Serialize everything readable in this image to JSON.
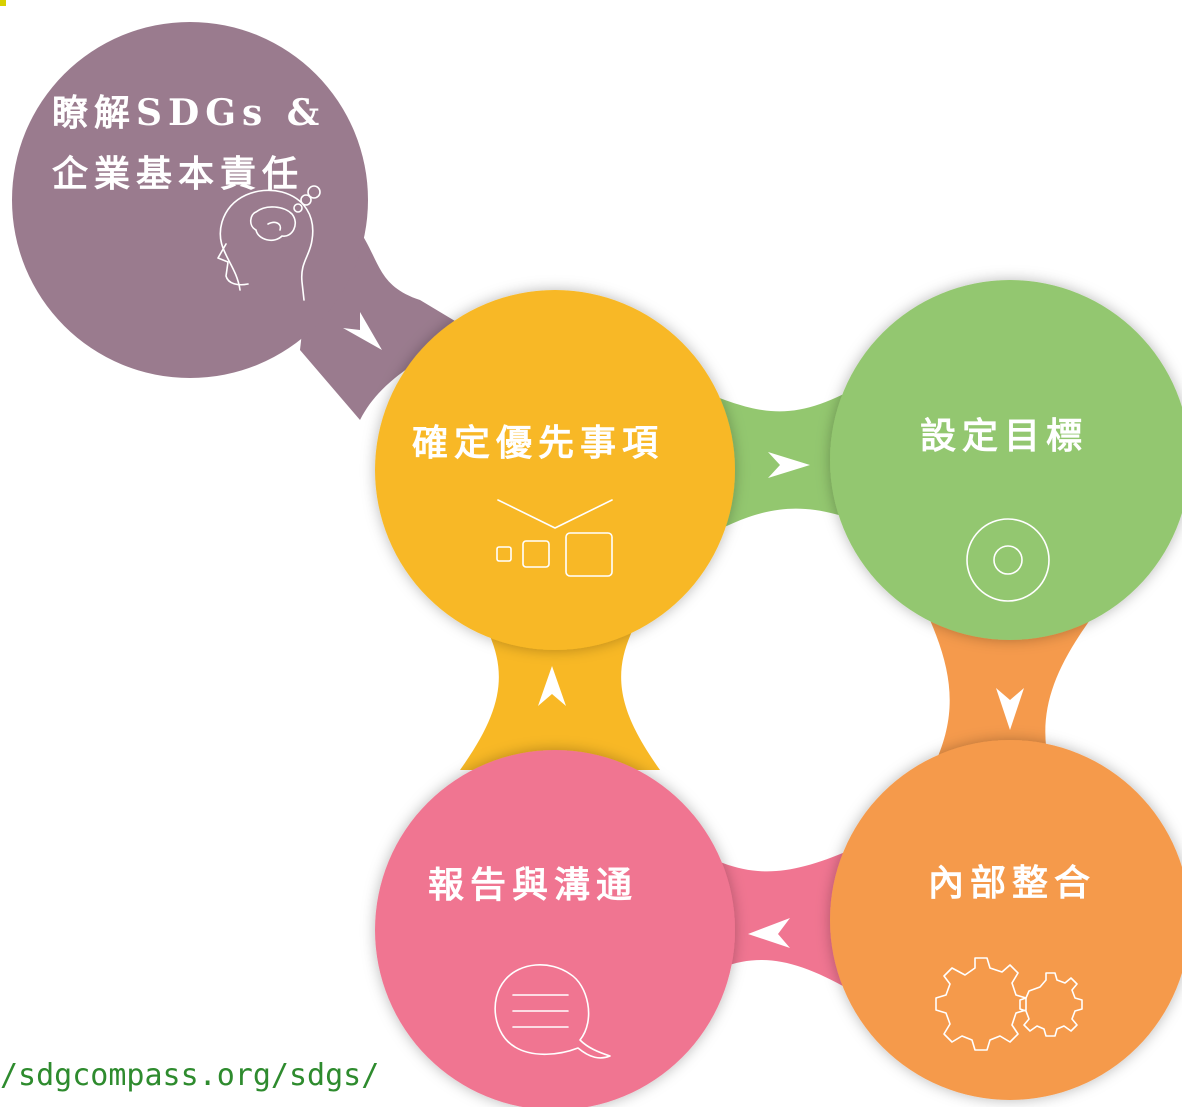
{
  "steps": [
    {
      "id": "understand",
      "label_lines": [
        "瞭解SDGs &",
        "企業基本責任"
      ],
      "color": "#9a7b8e",
      "icon": "head-brain-icon"
    },
    {
      "id": "prioritize",
      "label_lines": [
        "確定優先事項"
      ],
      "color": "#f8b825",
      "icon": "priority-boxes-icon"
    },
    {
      "id": "goals",
      "label_lines": [
        "設定目標"
      ],
      "color": "#93c76f",
      "icon": "target-icon"
    },
    {
      "id": "integrate",
      "label_lines": [
        "內部整合"
      ],
      "color": "#f59a4c",
      "icon": "gears-icon"
    },
    {
      "id": "report",
      "label_lines": [
        "報告與溝通"
      ],
      "color": "#f07591",
      "icon": "speech-bubble-icon"
    }
  ],
  "arrows": [
    {
      "from": "understand",
      "to": "prioritize",
      "direction": "down-right"
    },
    {
      "from": "prioritize",
      "to": "goals",
      "direction": "right"
    },
    {
      "from": "goals",
      "to": "integrate",
      "direction": "down"
    },
    {
      "from": "integrate",
      "to": "report",
      "direction": "left"
    },
    {
      "from": "report",
      "to": "prioritize",
      "direction": "up"
    }
  ],
  "source": {
    "text": "/sdgcompass.org/sdgs/"
  }
}
